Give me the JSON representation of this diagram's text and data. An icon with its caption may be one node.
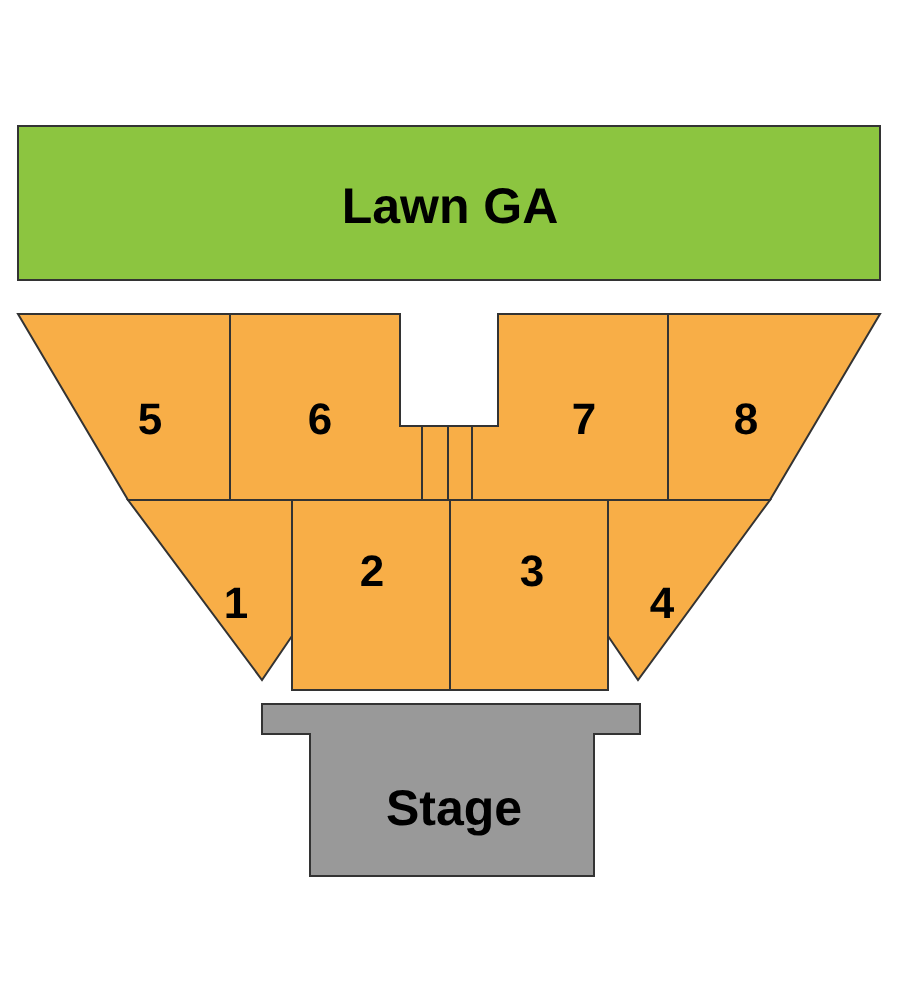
{
  "diagram": {
    "nodes": [
      {
        "text": [
          "Lawn GA"
        ]
      },
      {
        "text": [
          "5"
        ]
      },
      {
        "text": [
          "6"
        ]
      },
      {
        "text": [
          "7"
        ]
      },
      {
        "text": [
          "8"
        ]
      },
      {
        "text": [],
        "shape": "box"
      },
      {
        "text": [],
        "shape": "box"
      },
      {
        "text": [
          "1"
        ]
      },
      {
        "text": [
          "2"
        ]
      },
      {
        "text": [
          "3"
        ]
      },
      {
        "text": [
          "4"
        ]
      },
      {
        "text": [
          "Stage"
        ]
      }
    ]
  }
}
